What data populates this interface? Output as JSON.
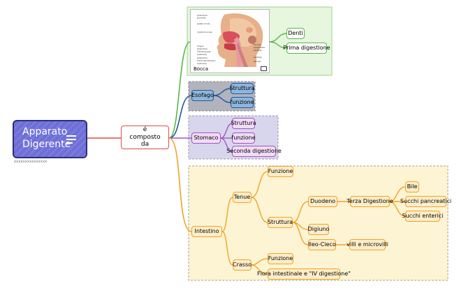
{
  "mindmap": {
    "root": {
      "title_line1": "Apparato",
      "title_line2": "Digerente",
      "subtitle": "xxxxxxxxxxxxxxx"
    },
    "connector": "é composto da",
    "bocca": {
      "label": "Bocca",
      "children": [
        "Denti",
        "Prima digestione"
      ]
    },
    "esofago": {
      "label": "Esofago",
      "children": [
        "Struttura",
        "funzione"
      ]
    },
    "stomaco": {
      "label": "Stomaco",
      "children": [
        "Struttura",
        "funzione",
        "Seconda digestione"
      ]
    },
    "intestino": {
      "label": "Intestino",
      "tenue": {
        "label": "Tenue",
        "funzione": "Funzione",
        "struttura": "Struttura"
      },
      "duodeno": "Duodeno",
      "terza": "Terza Digestione",
      "succhi": [
        "Bile",
        "Succhi pancreatici",
        "Succhi enterici"
      ],
      "digiuno": "Digiuno",
      "ileo": "Ileo-Cieco",
      "villi": "villi e microvilli",
      "crasso": {
        "label": "Crasso",
        "children": [
          "Funzione",
          "Flora intestinale e \"IV digestione\""
        ]
      }
    }
  },
  "anatomy_labels": [
    "ghiandola parotide",
    "palato molle",
    "cavità boccale",
    "lingua",
    "ghiandola sottolinguale (salivare)",
    "ghiandola sottomandibolare (salivare)",
    "faringe",
    "epiglottide",
    "glottide",
    "esofago",
    "laringe"
  ],
  "colors": {
    "green": "#57b847",
    "green_bg": "#e6f6df",
    "blue": "#1f5a99",
    "blue_bg": "#8fb5dd",
    "blue_group": "#b3b3bd",
    "purple": "#a255c0",
    "purple_bg": "#f0dcf6",
    "purple_group": "#d8d6ec",
    "orange": "#f0a425",
    "orange_bg": "#fdedc8",
    "orange_group": "#fdf4d4",
    "red": "#e04b4b",
    "root": "#6f6fd8"
  }
}
